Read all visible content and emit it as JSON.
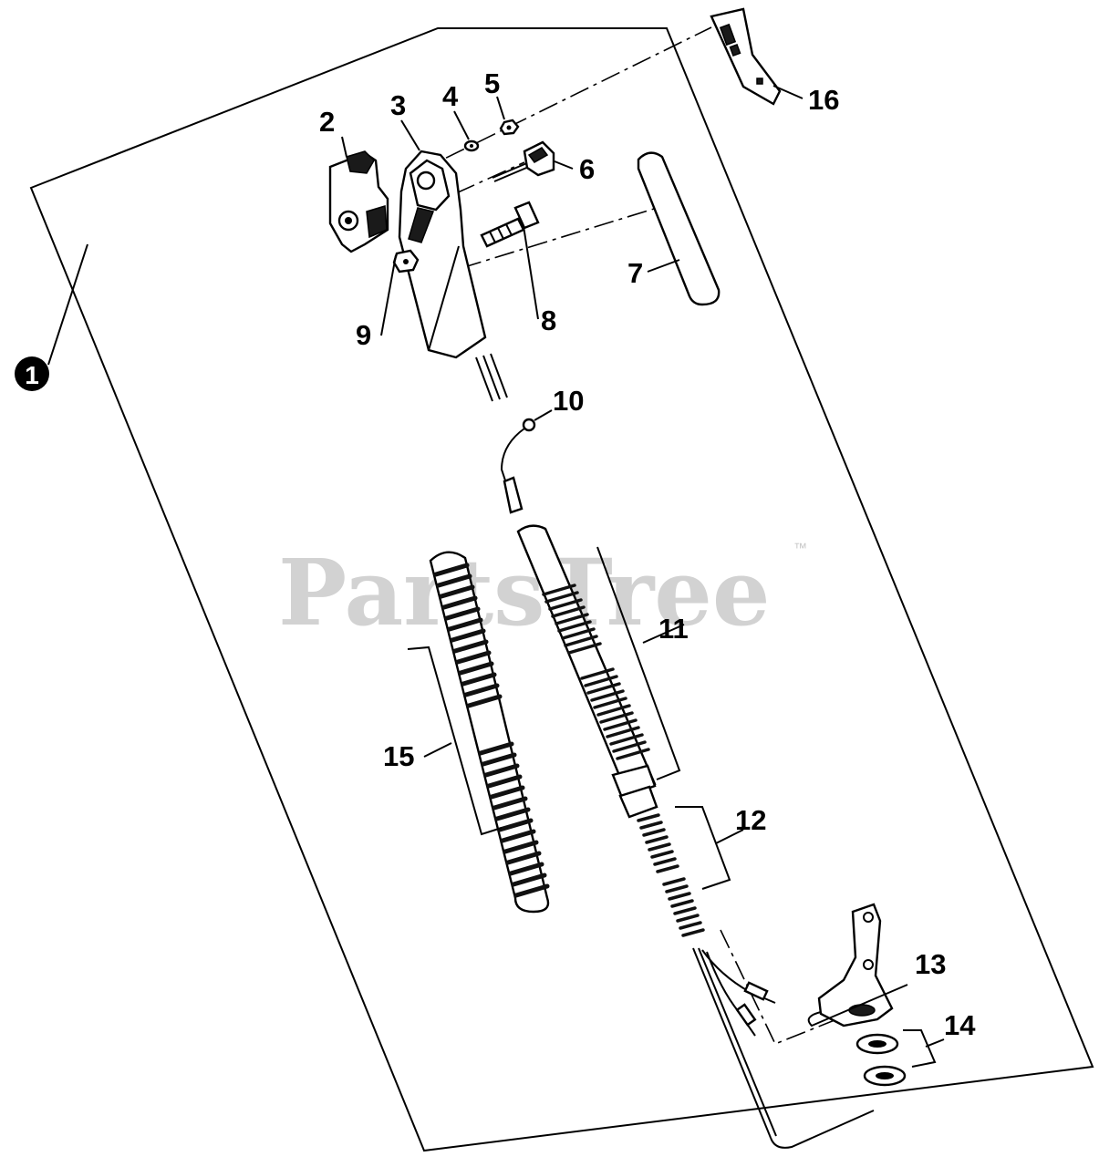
{
  "watermark": {
    "text": "PartsTree",
    "trademark": "™"
  },
  "assembly_callout": "1",
  "labels": {
    "p2": "2",
    "p3": "3",
    "p4": "4",
    "p5": "5",
    "p6": "6",
    "p7": "7",
    "p8": "8",
    "p9": "9",
    "p10": "10",
    "p11": "11",
    "p12": "12",
    "p13": "13",
    "p14": "14",
    "p15": "15",
    "p16": "16"
  }
}
